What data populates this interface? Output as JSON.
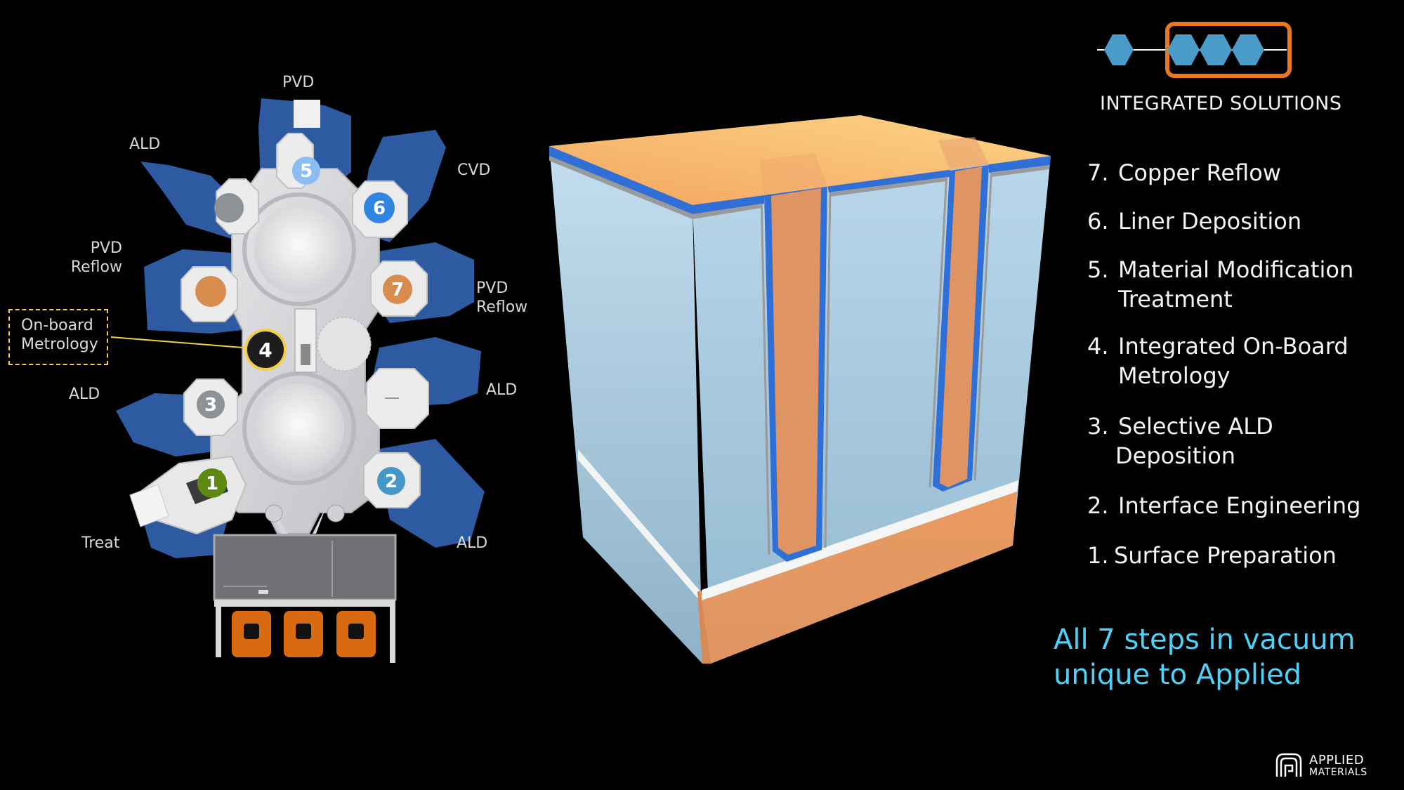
{
  "header": {
    "title": "INTEGRATED SOLUTIONS",
    "icon": "hexagon-sequence-icon",
    "colors": {
      "hexagon": "#4a9bc7",
      "highlight_box": "#e87722",
      "line": "#ffffff"
    }
  },
  "tool_diagram": {
    "chambers": [
      {
        "label": "PVD",
        "badge": "5",
        "badge_color": "#8cbdf2"
      },
      {
        "label": "CVD",
        "badge": "6",
        "badge_color": "#2f86e0"
      },
      {
        "label": "ALD",
        "badge": "",
        "badge_color": "#8e9196"
      },
      {
        "label_line1": "PVD",
        "label_line2": "Reflow",
        "side": "left",
        "badge": "",
        "badge_color": "#d88c4e"
      },
      {
        "label_line1": "PVD",
        "label_line2": "Reflow",
        "side": "right",
        "badge": "7",
        "badge_color": "#d88c4e"
      },
      {
        "label": "ALD",
        "side": "left",
        "badge": "3",
        "badge_color": "#8e9196"
      },
      {
        "label": "ALD",
        "side": "right",
        "badge": "",
        "badge_color": "#f1f1f1"
      },
      {
        "label": "Treat",
        "badge": "1",
        "badge_color": "#5f8a12"
      },
      {
        "label": "ALD",
        "side": "bottom-right",
        "badge": "2",
        "badge_color": "#4497c7"
      }
    ],
    "labels": {
      "pvd_top": "PVD",
      "ald_top_left": "ALD",
      "cvd": "CVD",
      "pvd_reflow_left_1": "PVD",
      "pvd_reflow_left_2": "Reflow",
      "pvd_reflow_right_1": "PVD",
      "pvd_reflow_right_2": "Reflow",
      "ald_left": "ALD",
      "ald_right": "ALD",
      "treat": "Treat",
      "ald_bottom_right": "ALD"
    },
    "metrology": {
      "line1": "On-board",
      "line2": "Metrology",
      "badge": "4",
      "border_color": "#f3cf45"
    },
    "colors": {
      "chamber_blue": "#2d5aa0",
      "frame_gray": "#d6d7d9",
      "load_lock_orange": "#d86a12"
    }
  },
  "cross_section": {
    "description": "3D copper interconnect cross-section cube",
    "colors": {
      "copper_top": "#f6b56e",
      "copper_side": "#de9a68",
      "dielectric": "#a9c9dc",
      "liner_blue": "#2f6fd6",
      "barrier_gray": "#9a9a9a",
      "etch_stop_white": "#f4f6f6"
    }
  },
  "steps": [
    {
      "num": "7.",
      "text": "Copper Reflow"
    },
    {
      "num": "6.",
      "text": "Liner Deposition"
    },
    {
      "num": "5.",
      "text": "Material Modification",
      "cont": "Treatment"
    },
    {
      "num": "4.",
      "text": "Integrated On-Board",
      "cont": "Metrology"
    },
    {
      "num": "3.",
      "text": "Selective ALD",
      "cont": "Deposition"
    },
    {
      "num": "2.",
      "text": "Interface Engineering"
    },
    {
      "num": "1.",
      "text": "Surface Preparation"
    }
  ],
  "tagline": {
    "line1": "All 7 steps in vacuum",
    "line2": "unique to Applied",
    "color": "#4fd1f7"
  },
  "logo": {
    "line1": "APPLIED",
    "line2": "MATERIALS",
    "icon": "applied-materials-logo-icon"
  }
}
